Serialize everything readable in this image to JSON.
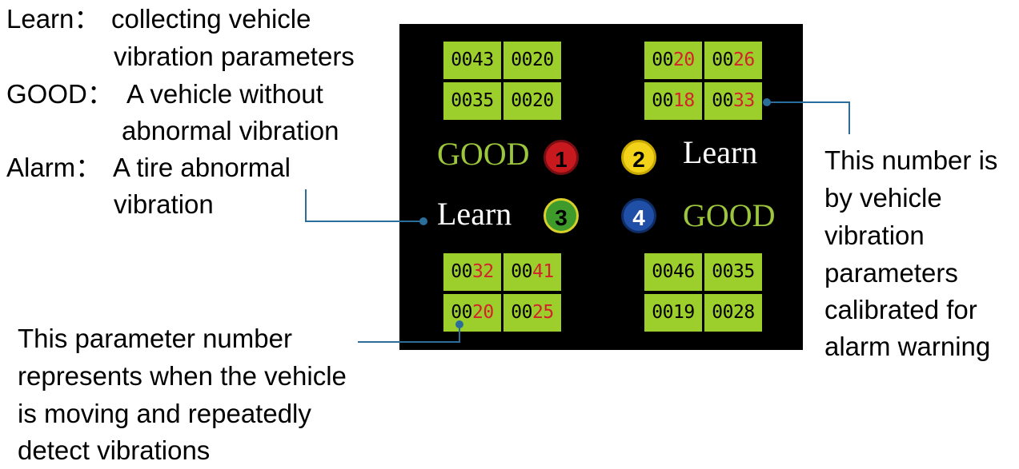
{
  "legend": {
    "learn_term": "Learn：",
    "learn_line1": "collecting vehicle",
    "learn_line2": "vibration parameters",
    "good_term": "GOOD：",
    "good_line1": "A vehicle without",
    "good_line2": "abnormal vibration",
    "alarm_term": "Alarm：",
    "alarm_line1": "A tire abnormal",
    "alarm_line2": "vibration"
  },
  "display": {
    "top_left": [
      {
        "hi": "00",
        "lo": "43",
        "red": false
      },
      {
        "hi": "00",
        "lo": "20",
        "red": false
      },
      {
        "hi": "00",
        "lo": "35",
        "red": false
      },
      {
        "hi": "00",
        "lo": "20",
        "red": false
      }
    ],
    "top_right": [
      {
        "hi": "00",
        "lo": "20",
        "red": true
      },
      {
        "hi": "00",
        "lo": "26",
        "red": true
      },
      {
        "hi": "00",
        "lo": "18",
        "red": true
      },
      {
        "hi": "00",
        "lo": "33",
        "red": true
      }
    ],
    "bottom_left": [
      {
        "hi": "00",
        "lo": "32",
        "red": true
      },
      {
        "hi": "00",
        "lo": "41",
        "red": true
      },
      {
        "hi": "00",
        "lo": "20",
        "red": true
      },
      {
        "hi": "00",
        "lo": "25",
        "red": true
      }
    ],
    "bottom_right": [
      {
        "hi": "00",
        "lo": "46",
        "red": false
      },
      {
        "hi": "00",
        "lo": "35",
        "red": false
      },
      {
        "hi": "00",
        "lo": "19",
        "red": false
      },
      {
        "hi": "00",
        "lo": "28",
        "red": false
      }
    ],
    "status_1": "GOOD",
    "status_2": "Learn",
    "status_3": "Learn",
    "status_4": "GOOD",
    "tire_1": {
      "label": "1",
      "color": "#c8191f"
    },
    "tire_2": {
      "label": "2",
      "color": "#f3d21a"
    },
    "tire_3": {
      "label": "3",
      "color": "#3e9a2a"
    },
    "tire_4": {
      "label": "4",
      "color": "#1f4fa6"
    }
  },
  "notes": {
    "right": [
      "This number is",
      "by vehicle",
      "vibration",
      "parameters",
      "calibrated for",
      "alarm warning"
    ],
    "bottom": [
      "This parameter number",
      "represents when the vehicle",
      "is moving and repeatedly",
      "detect vibrations"
    ]
  },
  "colors": {
    "cell_bg": "#9ccf2c",
    "warning_digits": "#d2232a",
    "good_text": "#9cc63b",
    "callout_line": "#2c6e9b"
  }
}
